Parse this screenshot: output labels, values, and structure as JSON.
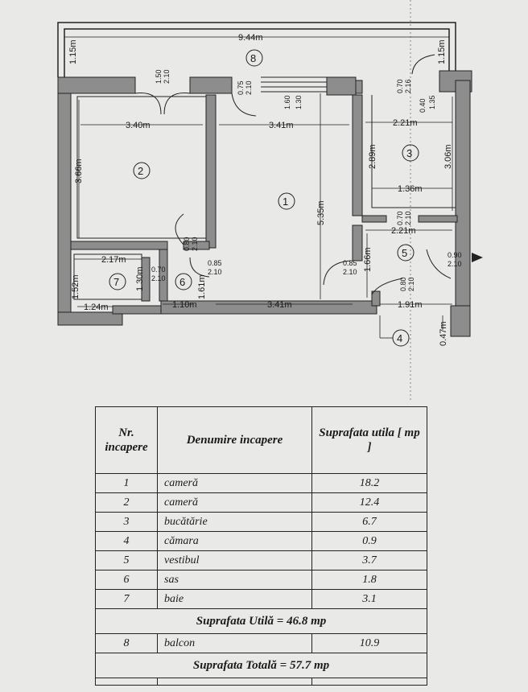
{
  "plan": {
    "dims": {
      "d944": "9.44m",
      "d115a": "1.15m",
      "d115b": "1.15m",
      "d340": "3.40m",
      "d341a": "3.41m",
      "d341b": "3.41m",
      "d221a": "2.21m",
      "d221b": "2.21m",
      "d366": "3.66m",
      "d535": "5.35m",
      "d289": "2.89m",
      "d306": "3.06m",
      "d136": "1.36m",
      "d166": "1.66m",
      "d191": "1.91m",
      "d217": "2.17m",
      "d130": "1.30m",
      "d152": "1.52m",
      "d124": "1.24m",
      "d110": "1.10m",
      "d161": "1.61m",
      "d047": "0.47m"
    },
    "doors": {
      "dr150": "1.50",
      "dr150h": "2.10",
      "dr075": "0.75",
      "dr075h": "2.10",
      "dr160": "1.60",
      "dr160h": "1.30",
      "dr070a": "0.70",
      "dr070ah": "2.16",
      "dr040": "0.40",
      "dr040h": "1.35",
      "dr080": "0.80",
      "dr080h": "2.10",
      "dr085a": "0.85",
      "dr085ah": "2.10",
      "dr070b": "0.70",
      "dr070bh": "2.10",
      "dr085b": "0.85",
      "dr085bh": "2.10",
      "dr070c": "0.70",
      "dr070ch": "2.10",
      "dr080b": "0.80",
      "dr080bh": "2.10",
      "dr090": "0.90",
      "dr090h": "2.10"
    },
    "room_labels": [
      "1",
      "2",
      "3",
      "4",
      "5",
      "6",
      "7",
      "8"
    ]
  },
  "table": {
    "header_nr": "Nr. incapere",
    "header_name": "Denumire incapere",
    "header_area": "Suprafata utila [ mp ]",
    "rows": [
      {
        "nr": "1",
        "name": "cameră",
        "area": "18.2"
      },
      {
        "nr": "2",
        "name": "cameră",
        "area": "12.4"
      },
      {
        "nr": "3",
        "name": "bucătărie",
        "area": "6.7"
      },
      {
        "nr": "4",
        "name": "cămara",
        "area": "0.9"
      },
      {
        "nr": "5",
        "name": "vestibul",
        "area": "3.7"
      },
      {
        "nr": "6",
        "name": "sas",
        "area": "1.8"
      },
      {
        "nr": "7",
        "name": "baie",
        "area": "3.1"
      }
    ],
    "utila_total": "Suprafata Utilă = 46.8 mp",
    "balcony": {
      "nr": "8",
      "name": "balcon",
      "area": "10.9"
    },
    "total": "Suprafata Totală = 57.7 mp"
  }
}
